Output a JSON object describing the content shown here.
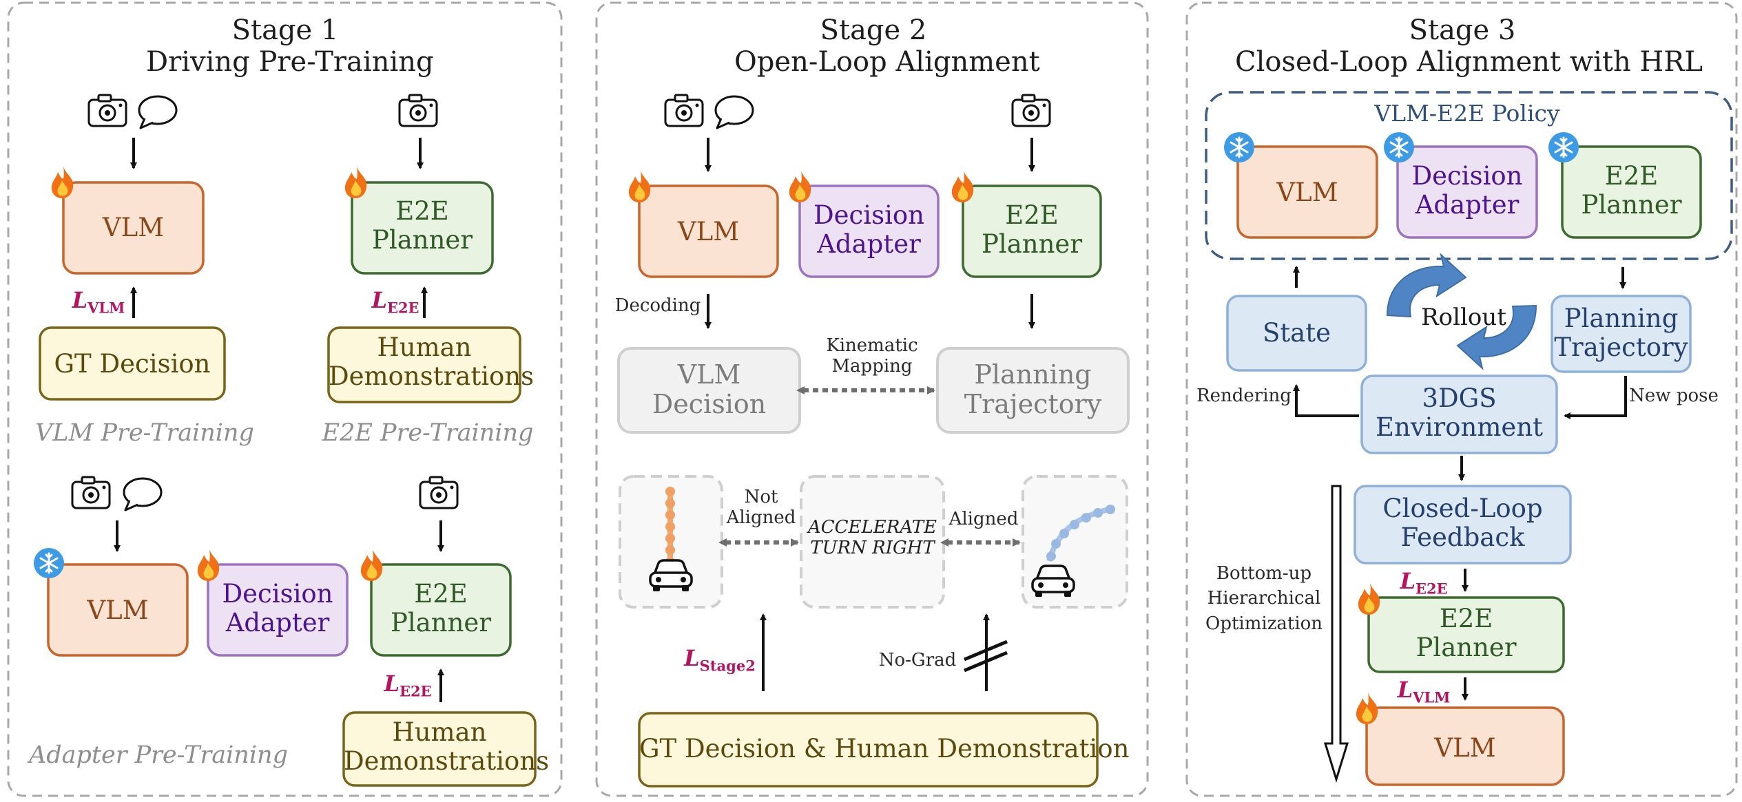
{
  "stage1": {
    "title_line1": "Stage 1",
    "title_line2": "Driving Pre-Training",
    "vlm_label": "VLM",
    "e2e_label_line1": "E2E",
    "e2e_label_line2": "Planner",
    "gt_decision_label": "GT Decision",
    "human_demo_line1": "Human",
    "human_demo_line2": "Demonstrations",
    "loss_vlm": "L",
    "loss_vlm_sub": "VLM",
    "loss_e2e": "L",
    "loss_e2e_sub": "E2E",
    "vlm_caption": "VLM Pre-Training",
    "e2e_caption": "E2E Pre-Training",
    "adapter_vlm_label": "VLM",
    "adapter_label_line1": "Decision",
    "adapter_label_line2": "Adapter",
    "adapter_e2e_line1": "E2E",
    "adapter_e2e_line2": "Planner",
    "adapter_loss_e2e": "L",
    "adapter_loss_e2e_sub": "E2E",
    "adapter_human_line1": "Human",
    "adapter_human_line2": "Demonstrations",
    "adapter_caption": "Adapter Pre-Training"
  },
  "stage2": {
    "title_line1": "Stage 2",
    "title_line2": "Open-Loop Alignment",
    "vlm_label": "VLM",
    "adapter_line1": "Decision",
    "adapter_line2": "Adapter",
    "e2e_line1": "E2E",
    "e2e_line2": "Planner",
    "decoding_label": "Decoding",
    "kinematic_line1": "Kinematic",
    "kinematic_line2": "Mapping",
    "vlm_decision_line1": "VLM",
    "vlm_decision_line2": "Decision",
    "planning_line1": "Planning",
    "planning_line2": "Trajectory",
    "not_aligned_line1": "Not",
    "not_aligned_line2": "Aligned",
    "action_line1": "ACCELERATE",
    "action_line2": "TURN RIGHT",
    "aligned_label": "Aligned",
    "loss_stage2": "L",
    "loss_stage2_sub": "Stage2",
    "no_grad_label": "No-Grad",
    "gt_bar_label": "GT Decision & Human Demonstration"
  },
  "stage3": {
    "title_line1": "Stage 3",
    "title_line2": "Closed-Loop Alignment with HRL",
    "policy_title": "VLM-E2E Policy",
    "vlm_label": "VLM",
    "adapter_line1": "Decision",
    "adapter_line2": "Adapter",
    "e2e_line1": "E2E",
    "e2e_line2": "Planner",
    "state_label": "State",
    "rollout_label": "Rollout",
    "planning_line1": "Planning",
    "planning_line2": "Trajectory",
    "rendering_label": "Rendering",
    "new_pose_label": "New pose",
    "env_line1": "3DGS",
    "env_line2": "Environment",
    "feedback_line1": "Closed-Loop",
    "feedback_line2": "Feedback",
    "bottom_up_line1": "Bottom-up",
    "bottom_up_line2": "Hierarchical",
    "bottom_up_line3": "Optimization",
    "loss_e2e": "L",
    "loss_e2e_sub": "E2E",
    "bottom_e2e_line1": "E2E",
    "bottom_e2e_line2": "Planner",
    "loss_vlm": "L",
    "loss_vlm_sub": "VLM",
    "bottom_vlm_label": "VLM"
  },
  "colors": {
    "vlm_fill": "#fbe3d4",
    "vlm_stroke": "#c9652a",
    "e2e_fill": "#e8f3e2",
    "e2e_stroke": "#3b6b2f",
    "adapter_fill": "#ece2f3",
    "adapter_stroke": "#9b73c0",
    "gt_fill": "#fdf7dc",
    "gt_stroke": "#7a6418",
    "grey_fill": "#f1f1f1",
    "grey_stroke": "#cfcfcf",
    "blue_fill": "#dde8f5",
    "blue_stroke": "#8fb0d8",
    "loss": "#b5145f",
    "dashed_border": "#a8a8a8"
  },
  "icons": [
    "camera-icon",
    "speech-bubble-icon",
    "fire-icon",
    "snowflake-icon",
    "car-icon",
    "rollout-cycle-icon"
  ]
}
